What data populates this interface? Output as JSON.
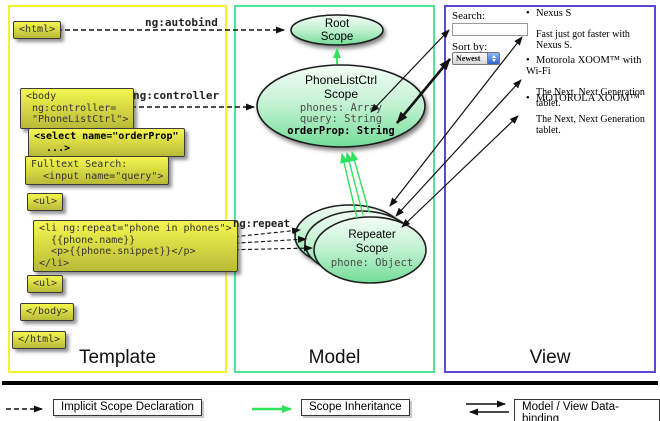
{
  "panels": {
    "template": {
      "label": "Template"
    },
    "model": {
      "label": "Model"
    },
    "view": {
      "label": "View"
    }
  },
  "template_boxes": {
    "html_open": "<html>",
    "body_open": "<body\n ng:controller=\n \"PhoneListCtrl\">",
    "select": "<select name=\"orderProp\"\n  ...>",
    "fulltext": "Fulltext Search:\n  <input name=\"query\">",
    "ul_open": "<ul>",
    "li_repeat": "<li ng:repeat=\"phone in phones\">\n  {{phone.name}}\n  <p>{{phone.snippet}}</p>\n</li>",
    "ul_close": "<ul>",
    "body_close": "</body>",
    "html_close": "</html>"
  },
  "arrow_labels": {
    "autobind": "ng:autobind",
    "controller": "ng:controller",
    "repeat": "ng:repeat"
  },
  "scopes": {
    "root": {
      "title1": "Root",
      "title2": "Scope"
    },
    "phonelist": {
      "title1": "PhoneListCtrl",
      "title2": "Scope",
      "prop1": "phones: Array",
      "prop2": "query: String",
      "prop3": "orderProp: String"
    },
    "repeater": {
      "title1": "Repeater",
      "title2": "Scope",
      "prop1": "phone: Object"
    }
  },
  "view": {
    "search_label": "Search:",
    "search_value": "",
    "sort_label": "Sort by:",
    "sort_value": "Newest",
    "items": [
      {
        "title": "Nexus S",
        "desc": "Fast just got faster with Nexus S."
      },
      {
        "title": "Motorola XOOM™ with Wi-Fi",
        "desc": "The Next, Next Generation tablet."
      },
      {
        "title": "MOTOROLA XOOM™",
        "desc": "The Next, Next Generation tablet."
      }
    ]
  },
  "legend": {
    "implicit": "Implicit Scope Declaration",
    "inheritance": "Scope Inheritance",
    "databinding": "Model / View Data-binding"
  },
  "colors": {
    "template_border": "#f2f22e",
    "model_border": "#4ae79c",
    "view_border": "#5a49d3",
    "codebox_yellow": "#f5f64f",
    "scope_green": "#72dc98",
    "inheritance_arrow_green": "#2de35b"
  }
}
